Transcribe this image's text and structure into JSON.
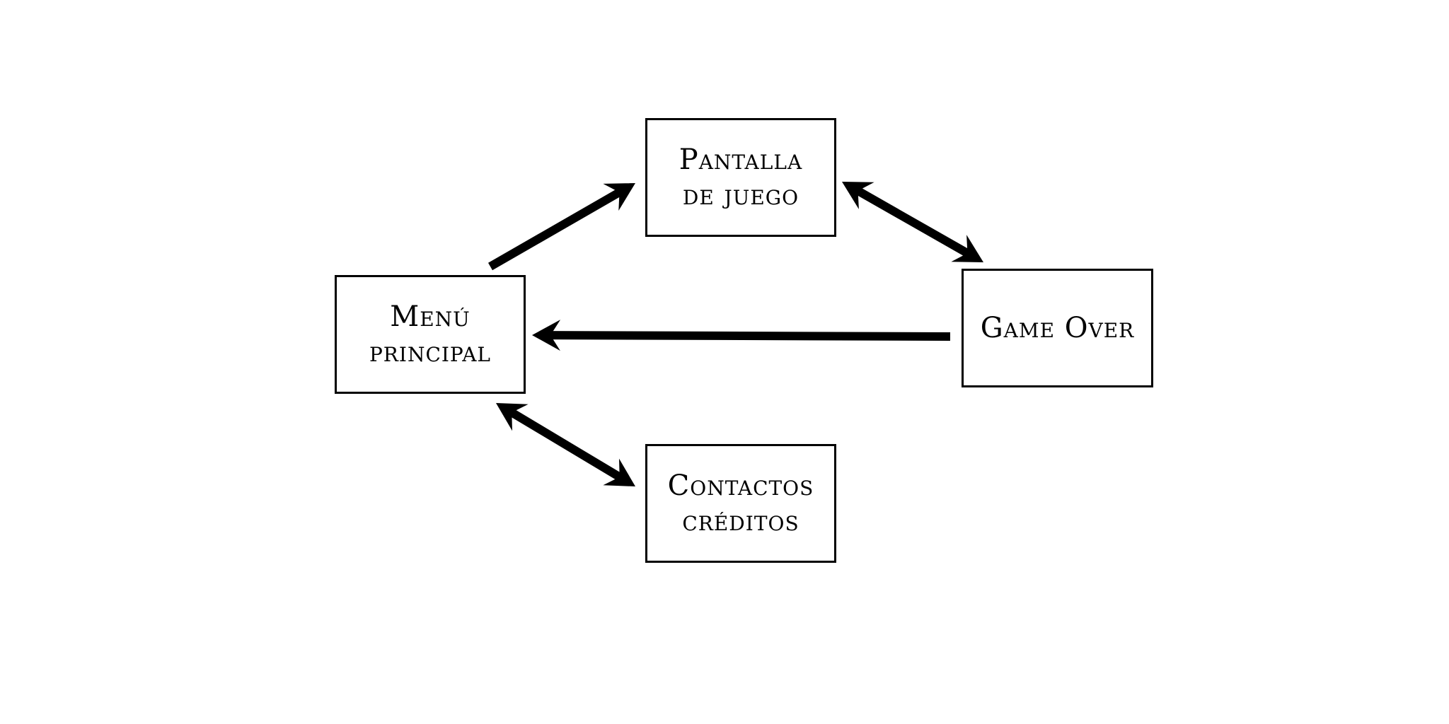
{
  "diagram": {
    "type": "flow",
    "background": "#ffffff",
    "line_color": "#000000",
    "nodes": [
      {
        "id": "pantalla",
        "lines": [
          "Pantalla",
          "de juego"
        ]
      },
      {
        "id": "menu",
        "lines": [
          "Menú",
          "principal"
        ]
      },
      {
        "id": "gameover",
        "lines": [
          "Game Over"
        ]
      },
      {
        "id": "contactos",
        "lines": [
          "Contactos",
          "créditos"
        ]
      }
    ],
    "edges": [
      {
        "from": "menu",
        "to": "pantalla",
        "direction": "forward"
      },
      {
        "from": "pantalla",
        "to": "gameover",
        "direction": "both"
      },
      {
        "from": "gameover",
        "to": "menu",
        "direction": "forward"
      },
      {
        "from": "menu",
        "to": "contactos",
        "direction": "both"
      }
    ]
  }
}
